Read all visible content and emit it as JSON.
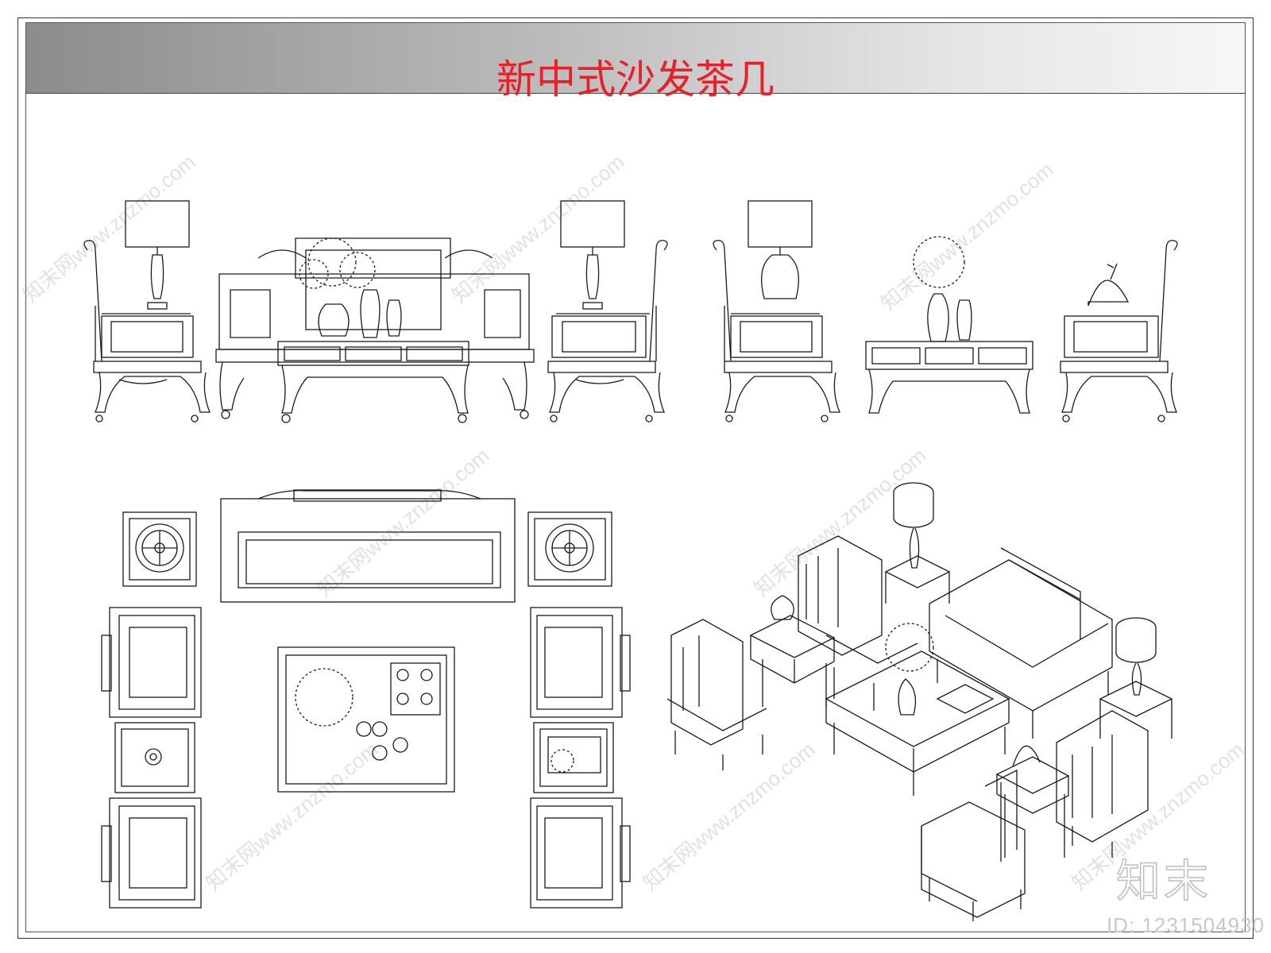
{
  "title": "新中式沙发茶几",
  "brand": "知末",
  "image_id": "ID: 1231504930",
  "watermark": "知末网www.znzmo.com",
  "colors": {
    "title": "#e8202a",
    "line": "#1a1a1a"
  }
}
